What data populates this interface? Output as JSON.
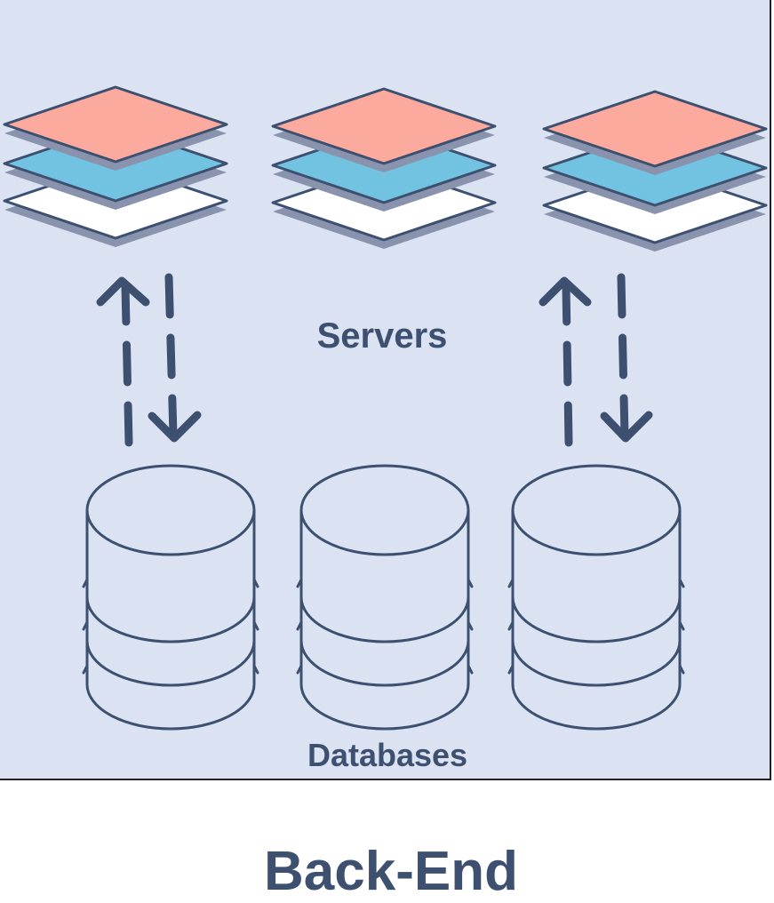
{
  "diagram": {
    "servers_label": "Servers",
    "databases_label": "Databases",
    "footer_title": "Back-End"
  },
  "colors": {
    "panel_bg": "#dbe3f3",
    "ink": "#3d5070",
    "server_top": "#fcaa9e",
    "server_middle": "#72c3e1",
    "server_bottom": "#ffffff",
    "layer_shadow": "#8a93ad",
    "database_fill": "#dbe3f3"
  },
  "icons": {
    "server": "stacked-layers-server-icon",
    "database": "cylinder-database-icon",
    "data_flow": "dashed-bidirectional-arrows"
  }
}
